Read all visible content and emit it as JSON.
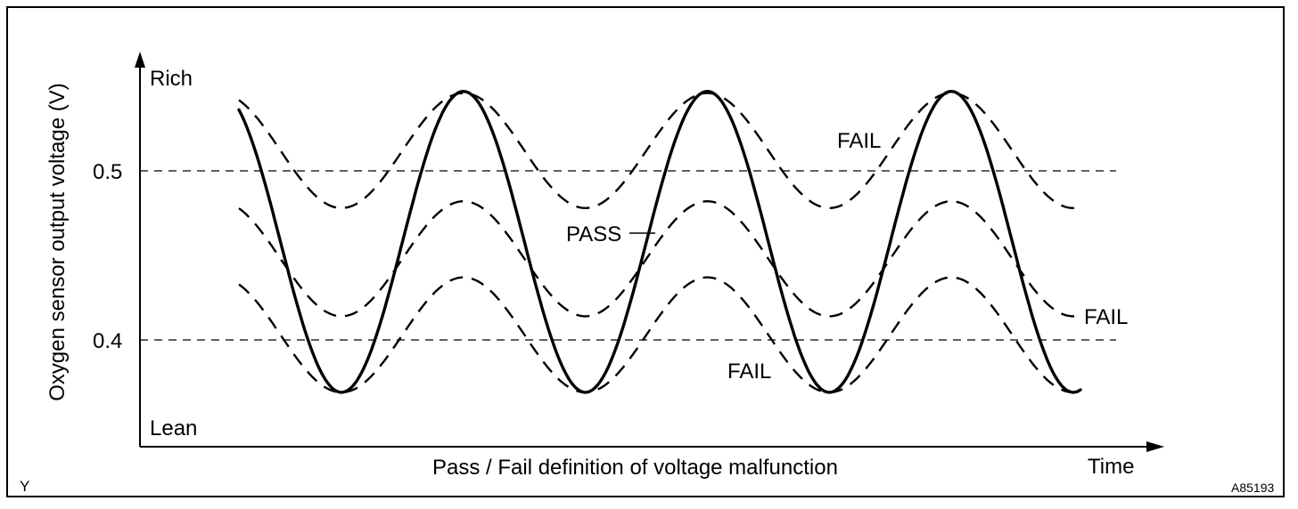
{
  "chart_data": {
    "type": "line",
    "title": "Pass / Fail definition of voltage malfunction",
    "xlabel": "Time",
    "ylabel": "Oxygen sensor output voltage (V)",
    "ylim": [
      0.34,
      0.56
    ],
    "y_ticks": [
      "0.5",
      "0.4"
    ],
    "y_top_label": "Rich",
    "y_bottom_label": "Lean",
    "reference_lines": [
      0.5,
      0.4
    ],
    "series": [
      {
        "style": "solid",
        "label": "PASS",
        "center": 0.458,
        "amplitude": 0.089,
        "cycles": 3.45
      },
      {
        "style": "dashed",
        "label": "FAIL",
        "center": 0.512,
        "amplitude": 0.034,
        "cycles": 3.45
      },
      {
        "style": "dashed",
        "center": 0.448,
        "amplitude": 0.034,
        "cycles": 3.45
      },
      {
        "style": "dashed",
        "label": "FAIL",
        "center": 0.403,
        "amplitude": 0.034,
        "cycles": 3.45
      }
    ]
  },
  "labels": {
    "ylabel": "Oxygen sensor output voltage (V)",
    "xlabel": "Pass / Fail definition of voltage malfunction",
    "time": "Time",
    "rich": "Rich",
    "lean": "Lean",
    "tick_05": "0.5",
    "tick_04": "0.4",
    "fail_upper": "FAIL",
    "fail_right": "FAIL",
    "fail_lower": "FAIL",
    "pass": "PASS",
    "corner": "Y",
    "figure_id": "A85193"
  }
}
